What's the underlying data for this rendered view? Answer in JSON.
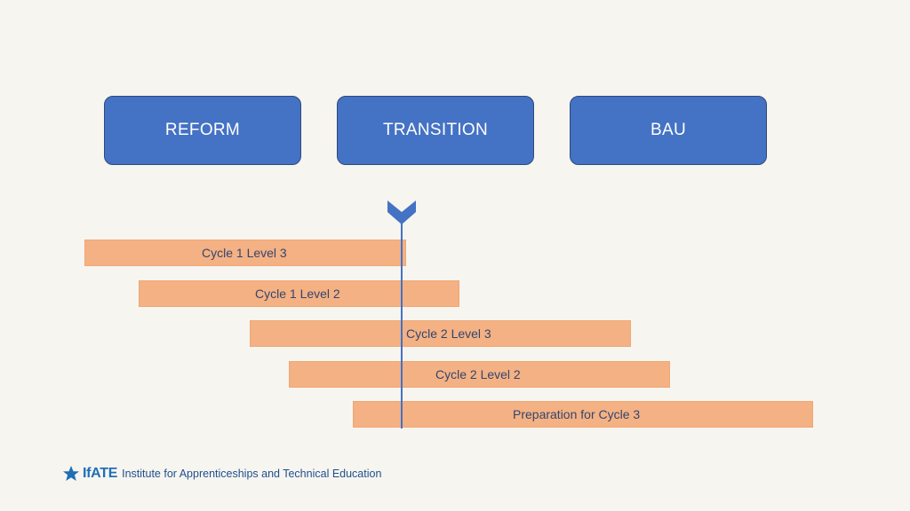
{
  "phases": [
    {
      "label": "REFORM"
    },
    {
      "label": "TRANSITION"
    },
    {
      "label": "BAU"
    }
  ],
  "timeline_bars": [
    {
      "label": "Cycle 1 Level 3"
    },
    {
      "label": "Cycle 1 Level 2"
    },
    {
      "label": "Cycle 2 Level 3"
    },
    {
      "label": "Cycle 2 Level 2"
    },
    {
      "label": "Preparation for Cycle 3"
    }
  ],
  "footer": {
    "brand": "IfATE",
    "org_name": "Institute for Apprenticeships and Technical Education"
  },
  "colors": {
    "phase_box": "#4472c4",
    "bar_fill": "#f4b183",
    "marker": "#4472c4",
    "background": "#f7f5f0"
  },
  "icons": {
    "marker": "chevron-down-icon",
    "logo": "star-icon"
  }
}
